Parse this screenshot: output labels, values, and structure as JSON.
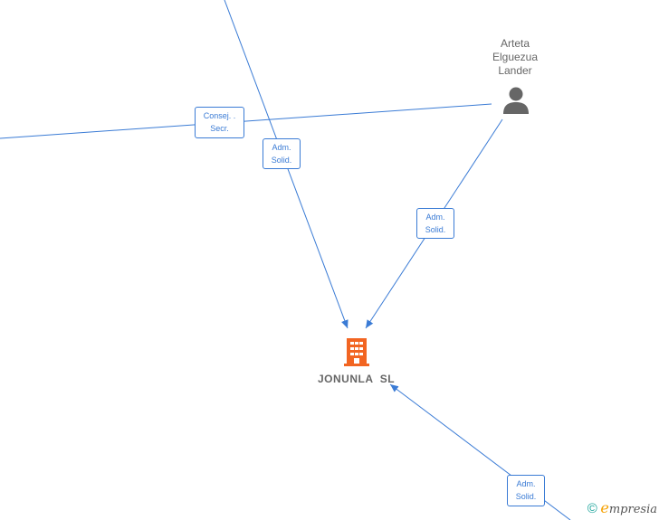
{
  "company": {
    "name": "JONUNLA  SL",
    "icon": "building-icon",
    "color": "#f26522"
  },
  "person": {
    "name_lines": [
      "Arteta",
      "Elguezua",
      "Lander"
    ],
    "icon": "person-icon",
    "color": "#666666"
  },
  "edges": [
    {
      "label": [
        "Consej. .",
        "Secr."
      ]
    },
    {
      "label": [
        "Adm.",
        "Solid."
      ]
    },
    {
      "label": [
        "Adm.",
        "Solid."
      ]
    },
    {
      "label": [
        "Adm.",
        "Solid."
      ]
    }
  ],
  "colors": {
    "edge": "#3a7bd5",
    "label_text": "#3a7bd5"
  },
  "brand": {
    "copyright": "©",
    "logo_initial": "e",
    "logo_rest": "mpresia"
  }
}
